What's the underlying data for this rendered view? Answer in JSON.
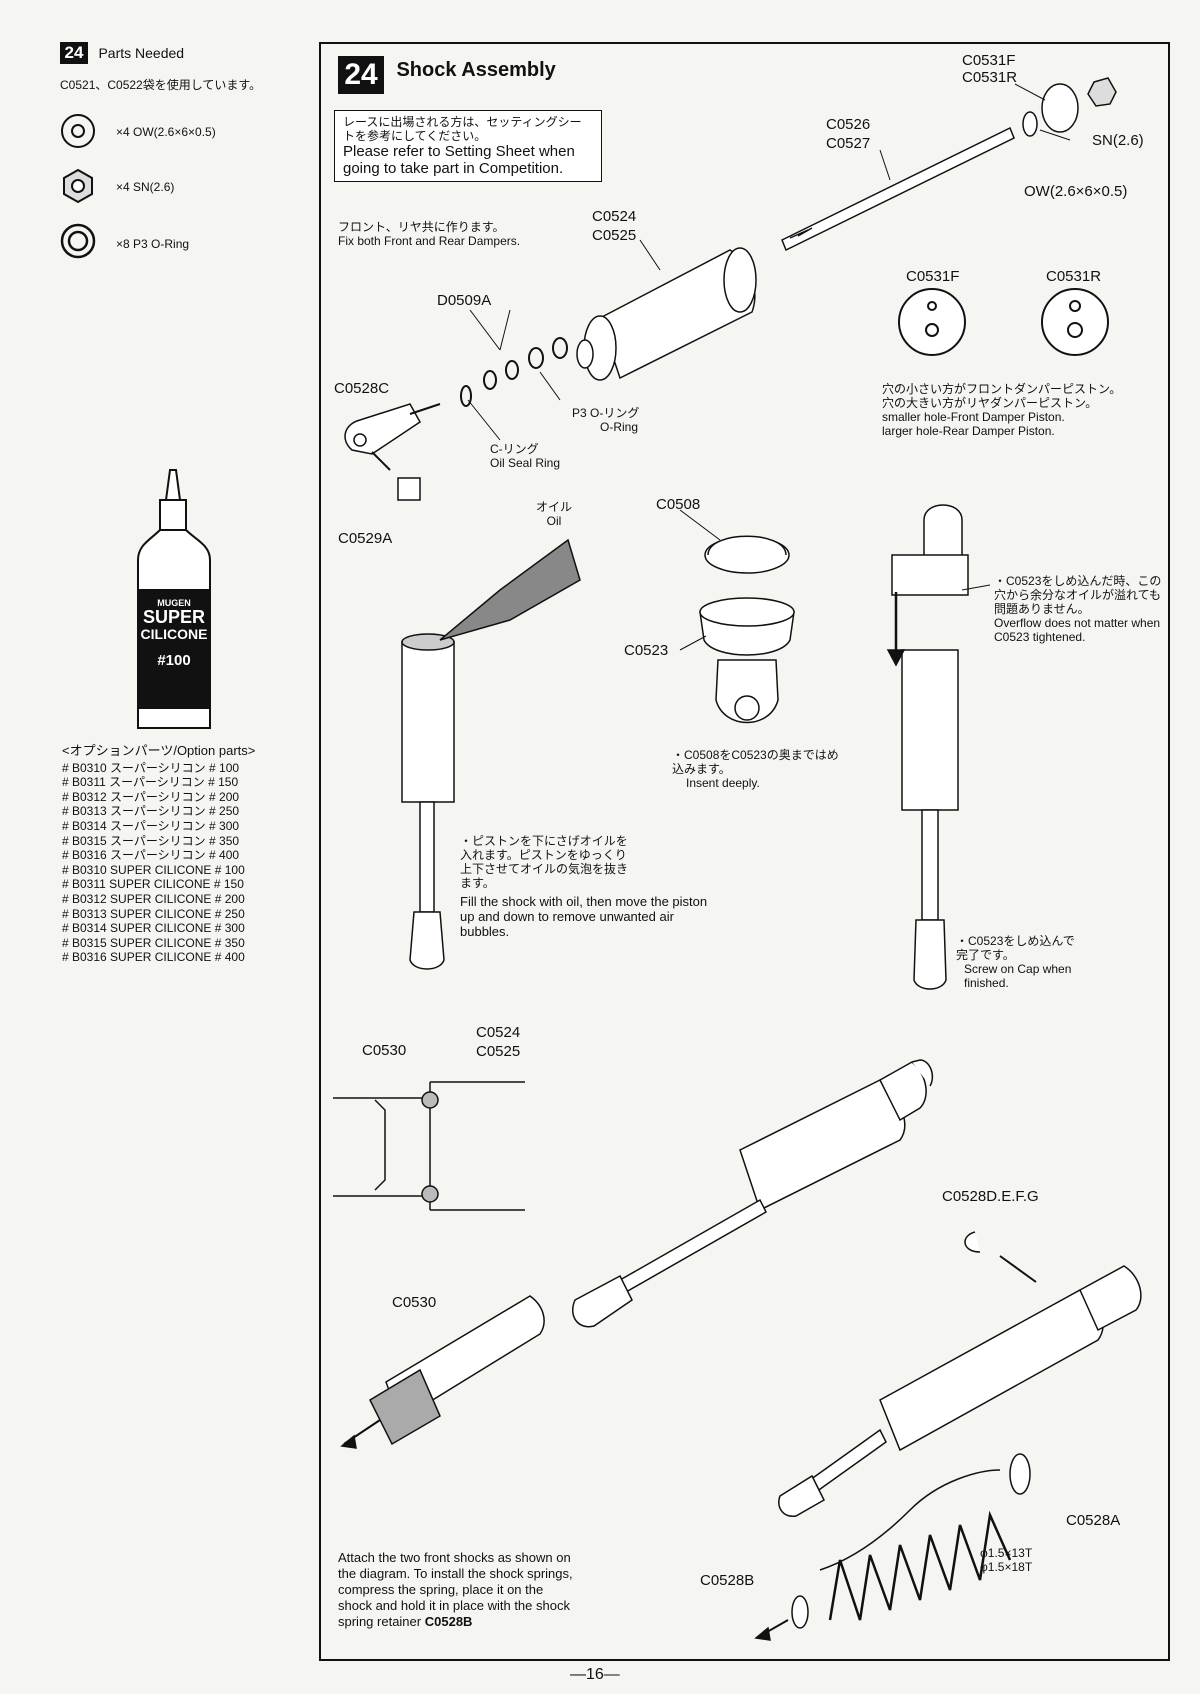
{
  "parts": {
    "step": "24",
    "title": "Parts Needed",
    "note": "C0521、C0522袋を使用しています。",
    "items": [
      {
        "qty": "×4 OW(2.6×6×0.5)",
        "icon": "washer-icon"
      },
      {
        "qty": "×4 SN(2.6)",
        "icon": "hex-nut-icon"
      },
      {
        "qty": "×8 P3 O-Ring",
        "icon": "o-ring-icon"
      }
    ]
  },
  "bottle": {
    "brand": "MUGEN",
    "line1": "SUPER",
    "line2": "CILICONE",
    "grade": "#100"
  },
  "options": {
    "title": "<オプションパーツ/Option parts>",
    "jp": [
      "# B0310 スーパーシリコン # 100",
      "# B0311 スーパーシリコン # 150",
      "# B0312 スーパーシリコン # 200",
      "# B0313 スーパーシリコン # 250",
      "# B0314 スーパーシリコン # 300",
      "# B0315 スーパーシリコン # 350",
      "# B0316 スーパーシリコン # 400"
    ],
    "en": [
      "# B0310 SUPER CILICONE # 100",
      "# B0311 SUPER CILICONE # 150",
      "# B0312 SUPER CILICONE # 200",
      "# B0313 SUPER CILICONE # 250",
      "# B0314 SUPER CILICONE # 300",
      "# B0315 SUPER CILICONE # 350",
      "# B0316 SUPER CILICONE # 400"
    ]
  },
  "main": {
    "step": "24",
    "title": "Shock Assembly",
    "notice_jp": "レースに出場される方は、セッティングシートを参考にしてください。",
    "notice_en": "Please refer to Setting Sheet when going to take part in Competition.",
    "fix_jp": "フロント、リヤ共に作ります。",
    "fix_en": "Fix both Front and Rear Dampers."
  },
  "labels": {
    "c0531fr": "C0531F",
    "c0531rr": "C0531R",
    "sn": "SN(2.6)",
    "ow": "OW(2.6×6×0.5)",
    "c0526": "C0526",
    "c0527": "C0527",
    "c0524": "C0524",
    "c0525": "C0525",
    "d0509a": "D0509A",
    "c0528c": "C0528C",
    "p3_jp": "P3 O-リング",
    "p3_en": "O-Ring",
    "cring_jp": "C-リング",
    "cring_en": "Oil Seal Ring",
    "c0529a": "C0529A",
    "piston_f": "C0531F",
    "piston_r": "C0531R",
    "piston_jp1": "穴の小さい方がフロントダンパーピストン。",
    "piston_jp2": "穴の大きい方がリヤダンパーピストン。",
    "piston_en1": "smaller hole-Front Damper Piston.",
    "piston_en2": "larger hole-Rear Damper Piston.",
    "oil_jp": "オイル",
    "oil_en": "Oil",
    "c0508": "C0508",
    "c0523": "C0523",
    "insert_jp": "・C0508をC0523の奥まではめ込みます。",
    "insert_en": "Insent deeply.",
    "overflow_jp": "・C0523をしめ込んだ時、この穴から余分なオイルが溢れても問題ありません。",
    "overflow_en": "Overflow does not matter when C0523 tightened.",
    "fill_jp": "・ピストンを下にさげオイルを入れます。ピストンをゆっくり上下させてオイルの気泡を抜きます。",
    "fill_en": "Fill the shock with oil, then move the piston up and down to remove unwanted air bubbles.",
    "screw_jp": "・C0523をしめ込んで完了です。",
    "screw_en": "Screw on Cap when finished.",
    "c0530a": "C0530",
    "c0524b": "C0524",
    "c0525b": "C0525",
    "c0530b": "C0530",
    "c0528defg": "C0528D.E.F.G",
    "c0528a": "C0528A",
    "c0528b": "C0528B",
    "spring1": "φ1.5×13T",
    "spring2": "φ1.5×18T",
    "attach": "Attach the two front shocks as shown on the diagram. To install the shock springs, compress the spring, place it on the shock and hold it in place with the shock spring retainer",
    "attach_part": "C0528B"
  },
  "page_number": "—16—"
}
